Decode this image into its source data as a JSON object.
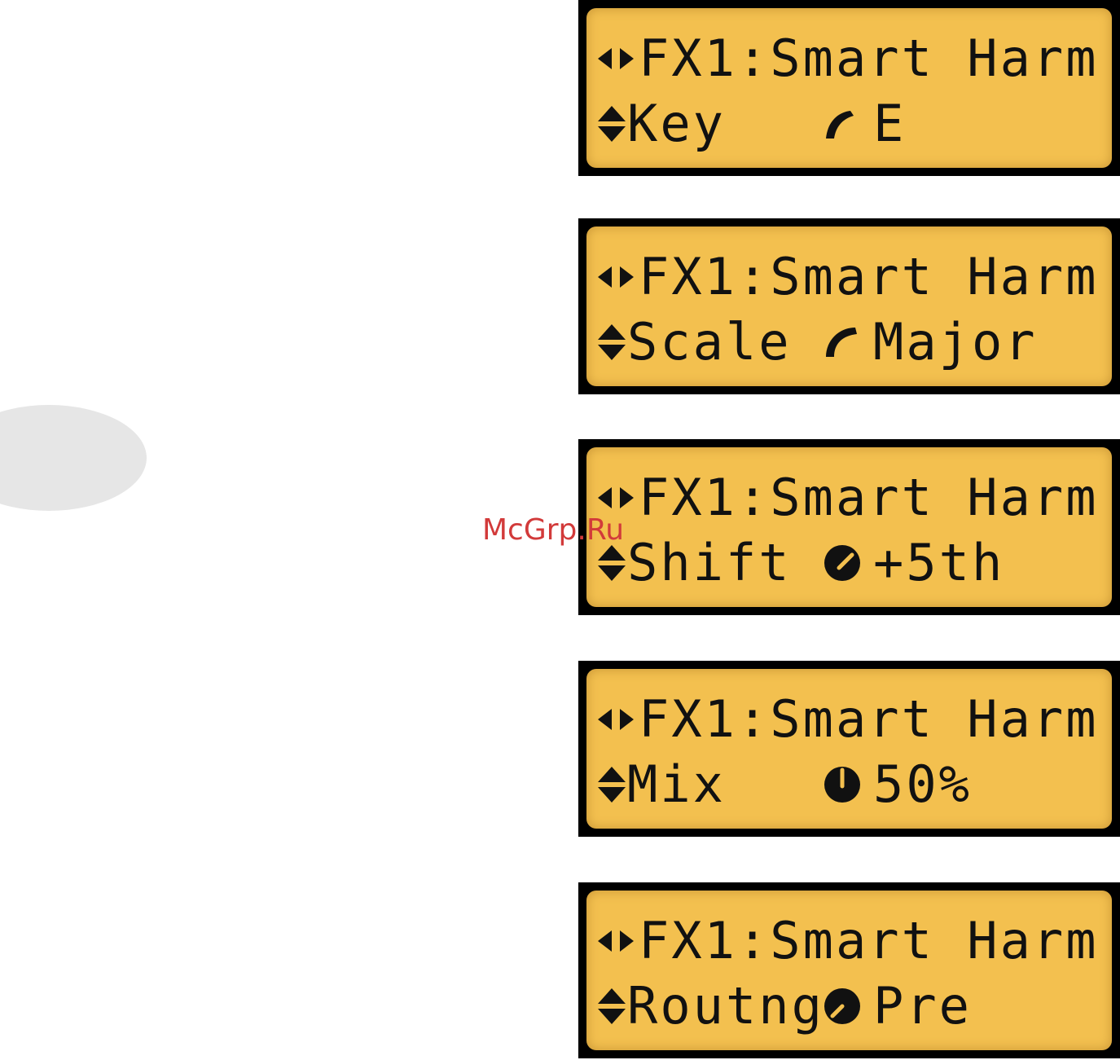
{
  "watermark": "McGrp.Ru",
  "screens": [
    {
      "title": "FX1:Smart Harm",
      "param": "Key",
      "value": "E",
      "knob_icon": "knob-min-icon"
    },
    {
      "title": "FX1:Smart Harm",
      "param": "Scale",
      "value": "Major",
      "knob_icon": "knob-low-icon"
    },
    {
      "title": "FX1:Smart Harm",
      "param": "Shift",
      "value": "+5th",
      "knob_icon": "knob-mid-icon"
    },
    {
      "title": "FX1:Smart Harm",
      "param": "Mix",
      "value": "50%",
      "knob_icon": "knob-half-icon"
    },
    {
      "title": "FX1:Smart Harm",
      "param": "Routng",
      "value": "Pre",
      "knob_icon": "knob-quarter-icon"
    }
  ],
  "colors": {
    "lcd_background": "#f3c04f",
    "lcd_bezel": "#000000",
    "text": "#111111",
    "watermark": "#d23a3a"
  }
}
